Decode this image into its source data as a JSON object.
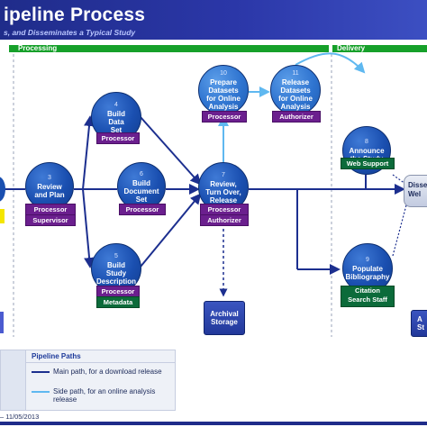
{
  "header": {
    "title": "ipeline Process",
    "subtitle": "s, and Disseminates a Typical Study"
  },
  "bands": {
    "processing": "Processing",
    "delivery": "Delivery"
  },
  "nodes": {
    "n3": {
      "num": "3",
      "line1": "Review",
      "line2": "and Plan",
      "line3": ""
    },
    "n4": {
      "num": "4",
      "line1": "Build",
      "line2": "Data",
      "line3": "Set"
    },
    "n5": {
      "num": "5",
      "line1": "Build",
      "line2": "Study",
      "line3": "Description"
    },
    "n6": {
      "num": "6",
      "line1": "Build",
      "line2": "Document",
      "line3": "Set"
    },
    "n7": {
      "num": "7",
      "line1": "Review,",
      "line2": "Turn Over,",
      "line3": "Release"
    },
    "n8": {
      "num": "8",
      "line1": "Announce",
      "line2": "the Study",
      "line3": ""
    },
    "n9": {
      "num": "9",
      "line1": "Populate",
      "line2": "Bibliography",
      "line3": ""
    },
    "n10": {
      "num": "10",
      "line1": "Prepare",
      "line2": "Datasets",
      "line3": "for Online",
      "line4": "Analysis"
    },
    "n11": {
      "num": "11",
      "line1": "Release",
      "line2": "Datasets",
      "line3": "for Online",
      "line4": "Analysis"
    }
  },
  "roles": {
    "n3a": "Processor",
    "n3b": "Supervisor",
    "n4": "Processor",
    "n5a": "Processor",
    "n5b": "Metadata",
    "n6": "Processor",
    "n7a": "Processor",
    "n7b": "Authorizer",
    "n8": "Web Support",
    "n9a": "Citation",
    "n9b": "Search Staff",
    "n10": "Processor",
    "n11": "Authorizer"
  },
  "boxes": {
    "archival_line1": "Archival",
    "archival_line2": "Storage",
    "dissem_line1": "Disse",
    "dissem_line2": "Wel",
    "right_a": "A",
    "right_b": "St"
  },
  "legend": {
    "title": "Pipeline Paths",
    "main_path": "Main path, for a download release",
    "side_path": "Side path, for an online analysis release"
  },
  "footer": {
    "date": "– 11/05/2013"
  },
  "colors": {
    "header_bg": "#1f2c8a",
    "band_green": "#16a02a",
    "node_blue": "#1a4fb0",
    "role_purple": "#6b1f8e",
    "role_green": "#0c6b3a",
    "main_path": "#1c2f8f",
    "side_path": "#5fb8f0"
  }
}
